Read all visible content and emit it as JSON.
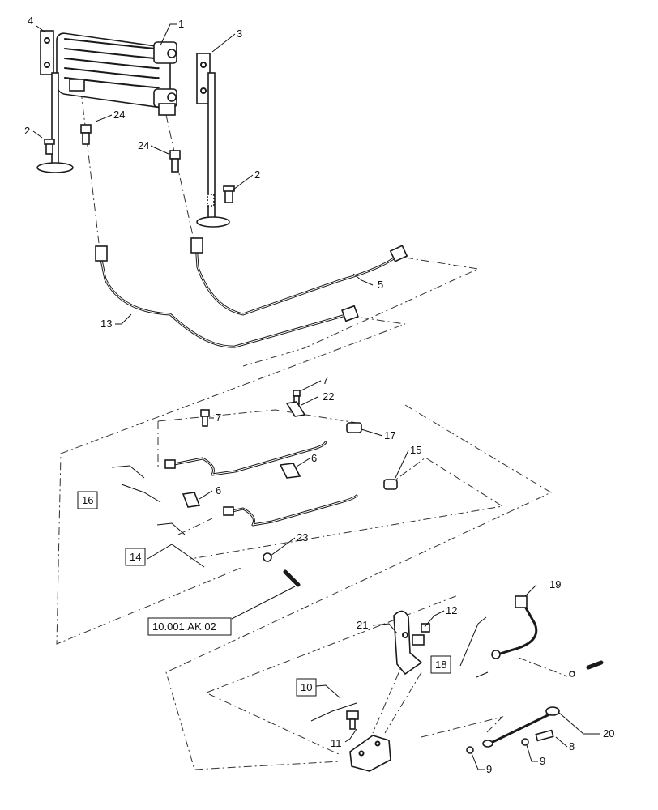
{
  "callouts": {
    "c1": "1",
    "c2a": "2",
    "c2b": "2",
    "c3": "3",
    "c4": "4",
    "c5": "5",
    "c6a": "6",
    "c6b": "6",
    "c7a": "7",
    "c7b": "7",
    "c8": "8",
    "c9a": "9",
    "c9b": "9",
    "c10": "10",
    "c11": "11",
    "c12": "12",
    "c13": "13",
    "c14": "14",
    "c15": "15",
    "c16": "16",
    "c17": "17",
    "c18": "18",
    "c19": "19",
    "c20": "20",
    "c21": "21",
    "c22": "22",
    "c23": "23",
    "c24a": "24",
    "c24b": "24"
  },
  "reference": {
    "label": "10.001.AK 02"
  }
}
